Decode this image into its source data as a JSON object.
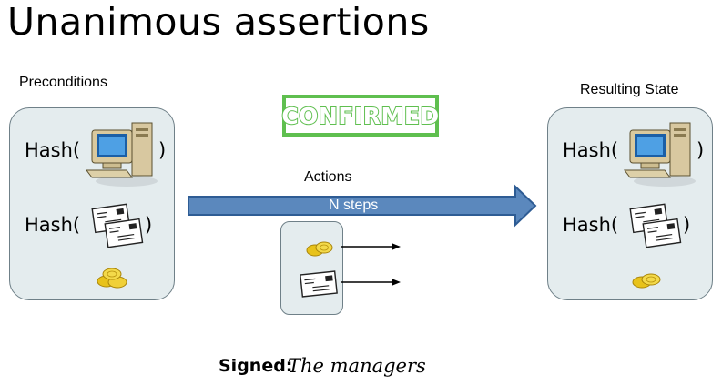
{
  "title": "Unanimous assertions",
  "labels": {
    "preconditions": "Preconditions",
    "resulting_state": "Resulting State",
    "actions": "Actions",
    "n_steps": "N steps",
    "hash_open": "Hash(",
    "hash_close": ")"
  },
  "stamp": "CONFIRMED",
  "signature": {
    "signed": "Signed:",
    "by": "The managers"
  },
  "colors": {
    "box_fill": "#e4ecee",
    "box_border": "#6f8088",
    "arrow_fill": "#5b88bd",
    "arrow_border": "#2e5c94",
    "stamp_green": "#5fbf4f",
    "coin_gold": "#e8c21a"
  },
  "icons": [
    "computer-icon",
    "envelopes-icon",
    "coins-icon",
    "envelope-icon",
    "arrow-icon"
  ]
}
